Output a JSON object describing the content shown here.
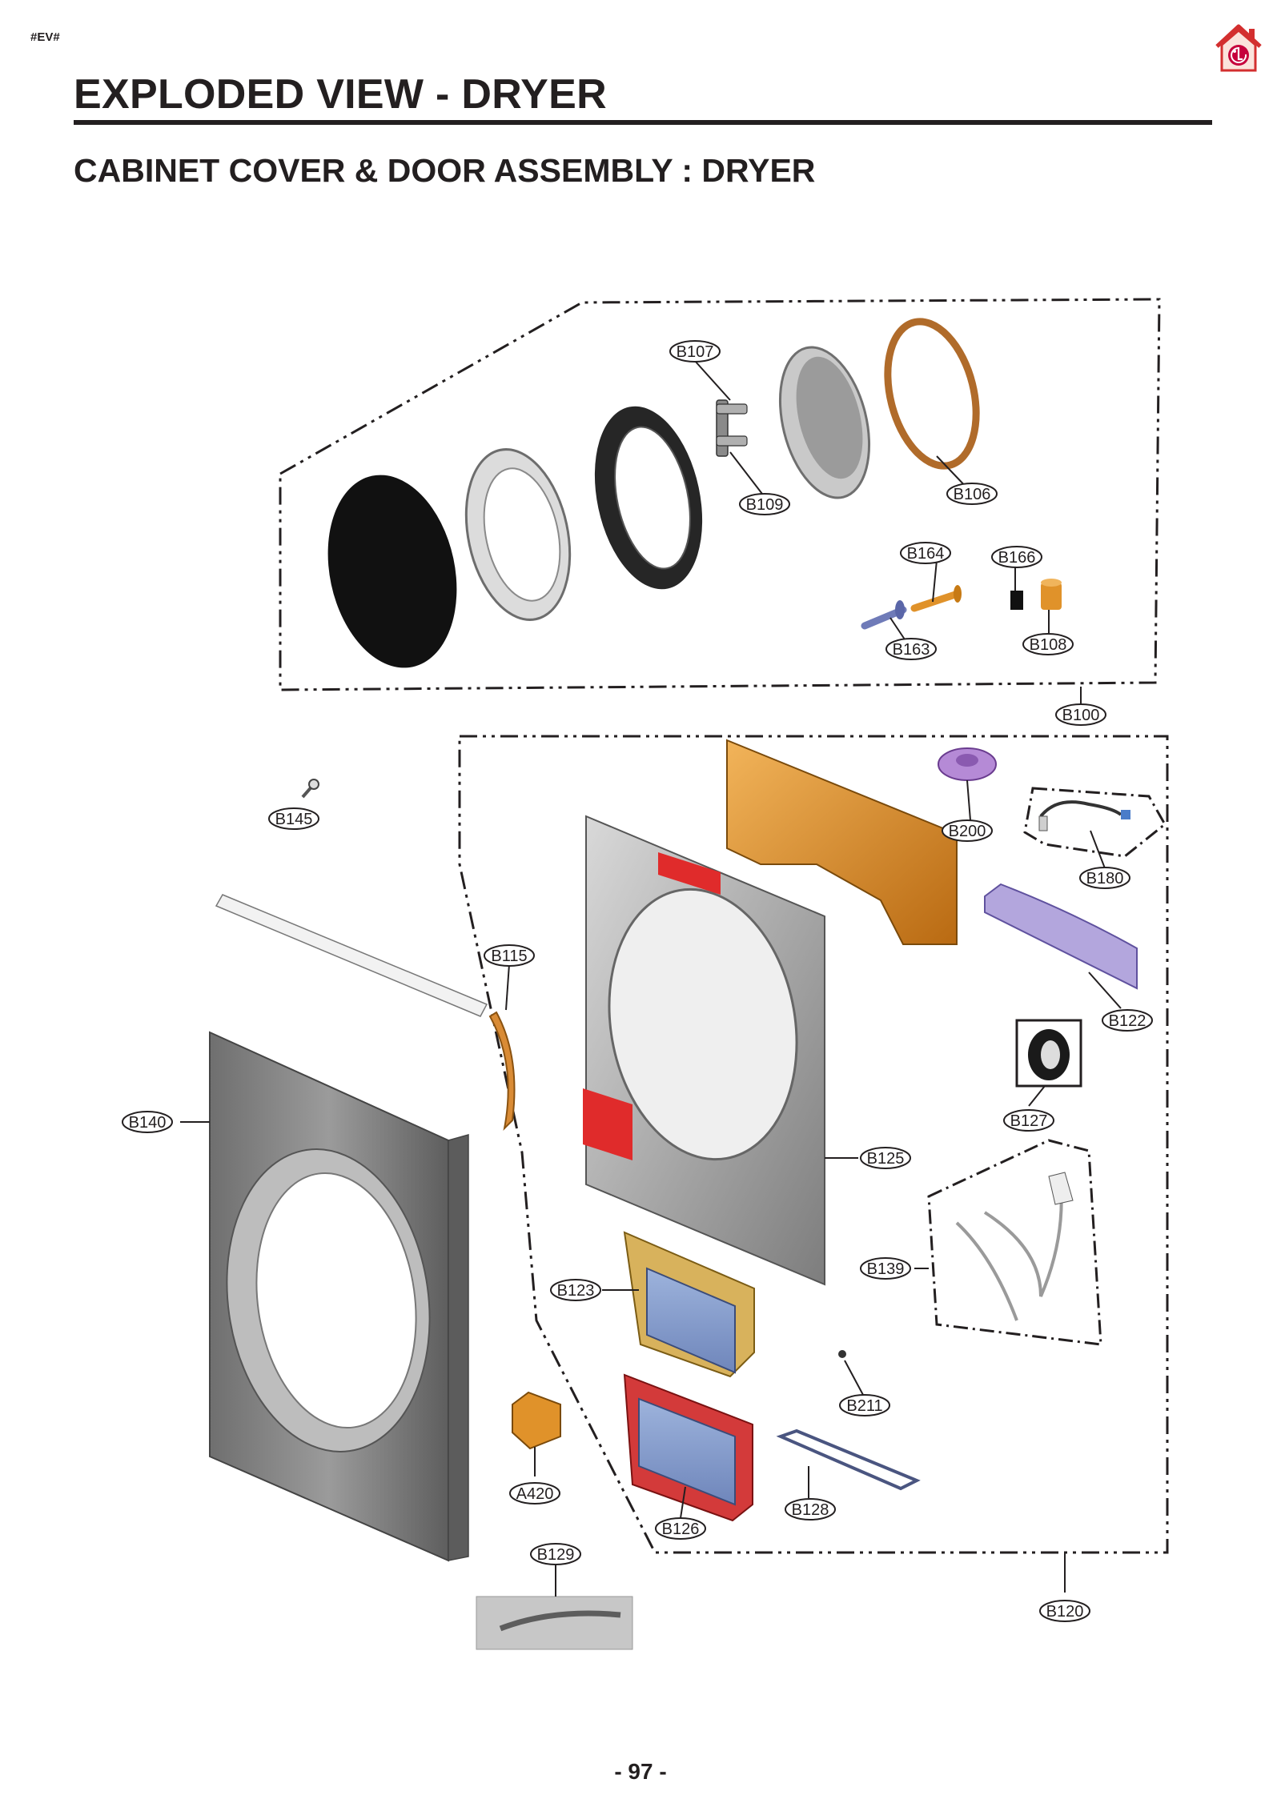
{
  "header": {
    "tag": "#EV#",
    "title": "EXPLODED VIEW - DRYER",
    "subtitle": "CABINET COVER & DOOR ASSEMBLY : DRYER"
  },
  "icons": {
    "home": "home-icon",
    "brand_logo": "lg-logo-icon"
  },
  "colors": {
    "home_icon_red": "#d32f2f",
    "home_icon_fill": "#fbe3dc",
    "lg_logo": "#c6003c",
    "orange_parts": "#e0922a",
    "red_parts": "#e02b2b",
    "purple_parts": "#9b86c9"
  },
  "callouts": {
    "B107": "B107",
    "B106": "B106",
    "B109": "B109",
    "B164": "B164",
    "B166": "B166",
    "B163": "B163",
    "B108": "B108",
    "B100": "B100",
    "B145": "B145",
    "B200": "B200",
    "B180": "B180",
    "B115": "B115",
    "B122": "B122",
    "B140": "B140",
    "B127": "B127",
    "B125": "B125",
    "B139": "B139",
    "B123": "B123",
    "B211": "B211",
    "A420": "A420",
    "B128": "B128",
    "B126": "B126",
    "B129": "B129",
    "B120": "B120"
  },
  "footer": {
    "page_number": "- 97 -"
  }
}
